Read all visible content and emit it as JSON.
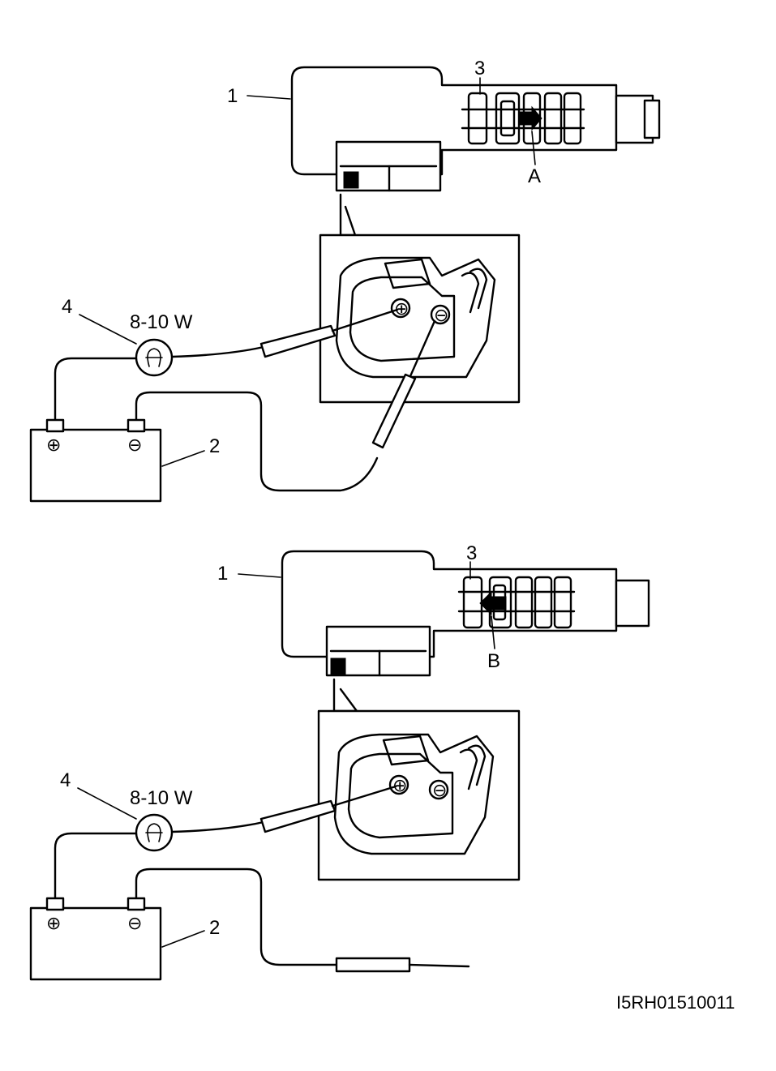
{
  "figure_code": "I5RH01510011",
  "panels": [
    {
      "id": "top",
      "label_solenoid": "1",
      "label_battery": "2",
      "label_spool": "3",
      "label_bulb": "4",
      "wattage": "8-10 W",
      "movement_label": "A",
      "plus_symbol": "⊕",
      "minus_symbol": "⊖",
      "negative_connected": true
    },
    {
      "id": "bottom",
      "label_solenoid": "1",
      "label_battery": "2",
      "label_spool": "3",
      "label_bulb": "4",
      "wattage": "8-10 W",
      "movement_label": "B",
      "plus_symbol": "⊕",
      "minus_symbol": "⊖",
      "negative_connected": false
    }
  ]
}
